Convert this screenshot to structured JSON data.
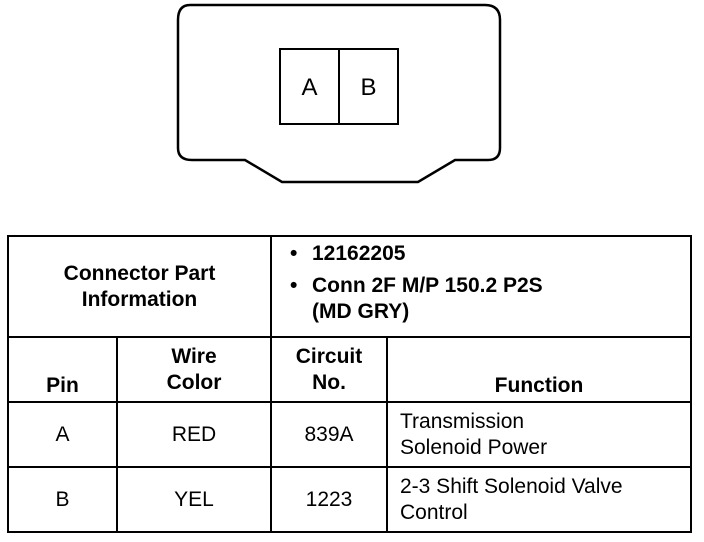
{
  "connector": {
    "pins": [
      "A",
      "B"
    ]
  },
  "table": {
    "part_info_label_line1": "Connector Part",
    "part_info_label_line2": "Information",
    "part_numbers": [
      "12162205",
      "Conn 2F M/P 150.2 P2S",
      "(MD GRY)"
    ],
    "headers": {
      "pin": "Pin",
      "wire_color_line1": "Wire",
      "wire_color_line2": "Color",
      "circuit_line1": "Circuit",
      "circuit_line2": "No.",
      "function": "Function"
    },
    "rows": [
      {
        "pin": "A",
        "color": "RED",
        "circuit": "839A",
        "function_line1": "Transmission",
        "function_line2": "Solenoid Power"
      },
      {
        "pin": "B",
        "color": "YEL",
        "circuit": "1223",
        "function_line1": "2-3 Shift Solenoid Valve",
        "function_line2": "Control"
      }
    ]
  }
}
